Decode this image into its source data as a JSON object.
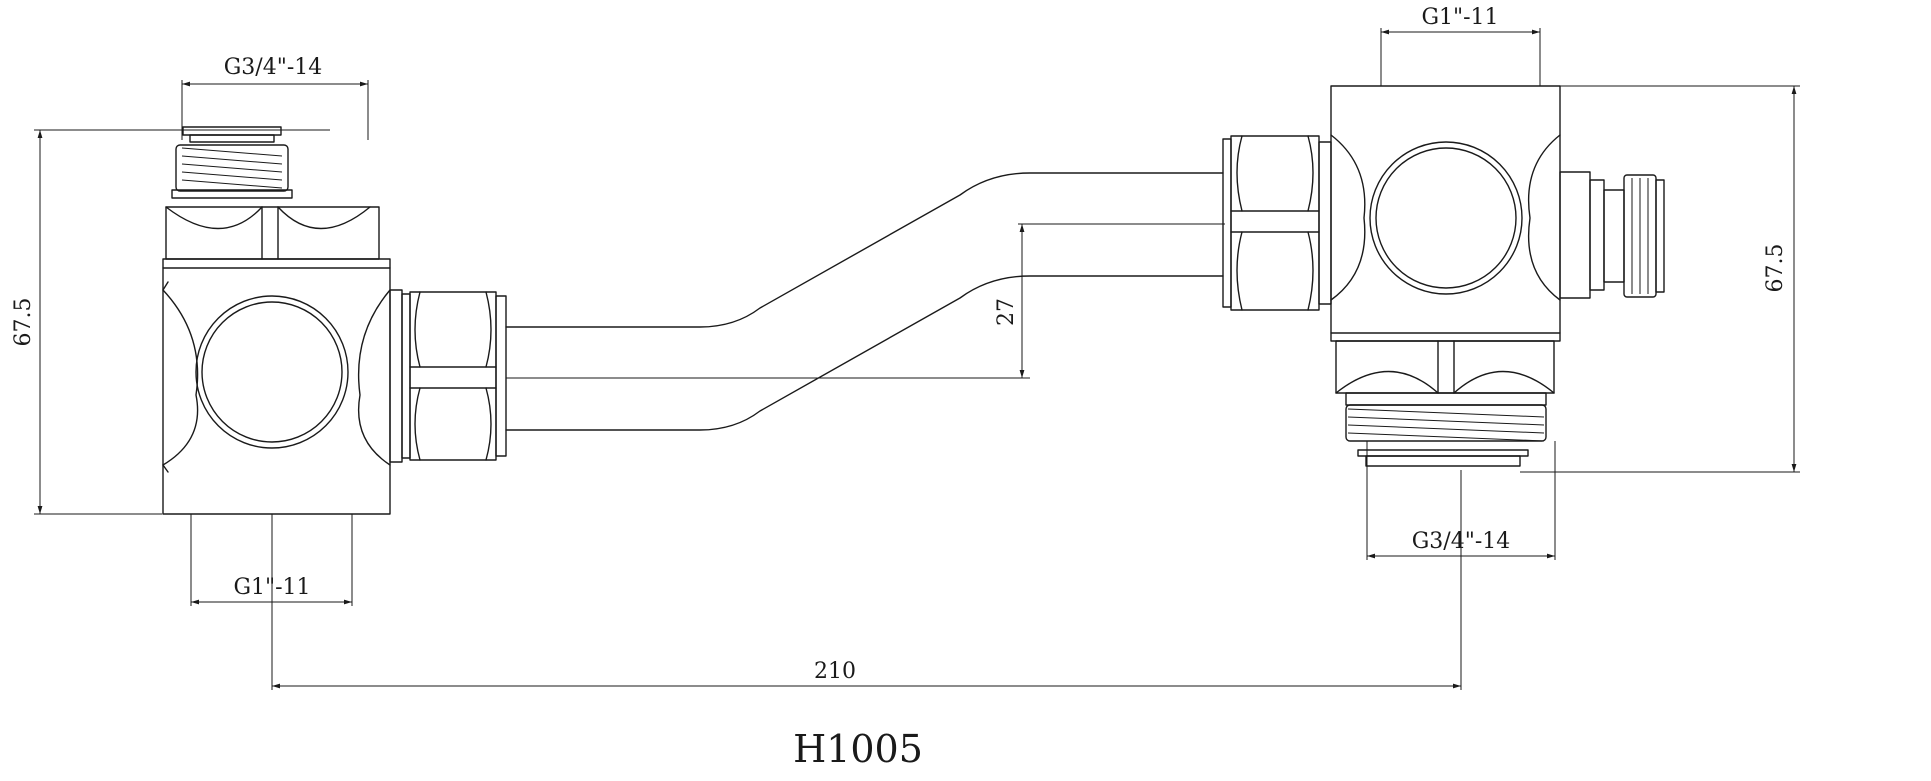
{
  "model": "H1005",
  "left_valve": {
    "top_thread": "G3/4\"-14",
    "bottom_thread": "G1\"-11",
    "height": "67.5"
  },
  "right_valve": {
    "top_thread": "G1\"-11",
    "bottom_thread": "G3/4\"-14",
    "height": "67.5"
  },
  "offset": "27",
  "center_distance": "210"
}
